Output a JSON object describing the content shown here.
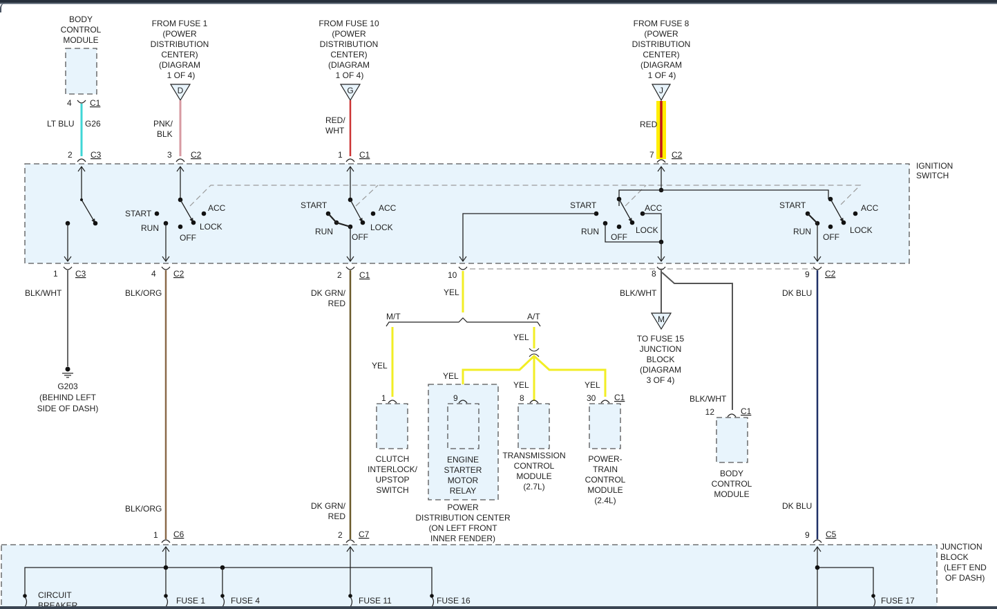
{
  "diagram": {
    "title": "Ignition Switch Wiring Diagram",
    "colors": {
      "lt_blu": "#3fd6d6",
      "pnk_blk": "#d79aa2",
      "red_wht": "#cc3333",
      "red": "#c01818",
      "highlight": "#ffee00",
      "blk_wht": "#555555",
      "blk_org": "#8b6a4a",
      "dk_grn_red": "#6b5a2a",
      "yel": "#f2ee24",
      "dk_blu": "#1e2f66",
      "box_fill": "#e8f4fc"
    },
    "sources": [
      {
        "id": "bcm-top",
        "lines": [
          "BODY",
          "CONTROL",
          "MODULE"
        ]
      },
      {
        "id": "fuse1",
        "lines": [
          "FROM FUSE 1",
          "(POWER",
          "DISTRIBUTION",
          "CENTER)",
          "(DIAGRAM",
          "1 OF 4)"
        ],
        "marker": "D"
      },
      {
        "id": "fuse10",
        "lines": [
          "FROM FUSE 10",
          "(POWER",
          "DISTRIBUTION",
          "CENTER)",
          "(DIAGRAM",
          "1 OF 4)"
        ],
        "marker": "G"
      },
      {
        "id": "fuse8",
        "lines": [
          "FROM FUSE 8",
          "(POWER",
          "DISTRIBUTION",
          "CENTER)",
          "(DIAGRAM",
          "1 OF 4)"
        ],
        "marker": "J"
      }
    ],
    "upper_wires": [
      {
        "pin_top": "4",
        "conn_top": "C1",
        "color_label": [
          "LT BLU"
        ],
        "circuit": "G26",
        "pin_bottom": "2",
        "conn_bottom": "C3"
      },
      {
        "color_label": [
          "PNK/",
          "BLK"
        ],
        "pin_bottom": "3",
        "conn_bottom": "C2"
      },
      {
        "color_label": [
          "RED/",
          "WHT"
        ],
        "pin_bottom": "1",
        "conn_bottom": "C1"
      },
      {
        "color_label": [
          "RED"
        ],
        "pin_bottom": "7",
        "conn_bottom": "C2"
      }
    ],
    "ignition_switch": {
      "label": [
        "IGNITION",
        "SWITCH"
      ],
      "positions": {
        "start": "START",
        "run": "RUN",
        "off": "OFF",
        "acc": "ACC",
        "lock": "LOCK"
      }
    },
    "lower_pins": [
      {
        "pin": "1",
        "conn": "C3",
        "color_label": [
          "BLK/WHT"
        ]
      },
      {
        "pin": "4",
        "conn": "C2",
        "color_label": [
          "BLK/ORG"
        ]
      },
      {
        "pin": "2",
        "conn": "C1",
        "color_label": [
          "DK GRN/",
          "RED"
        ]
      },
      {
        "pin": "10",
        "conn": "",
        "color_label": [
          "YEL"
        ]
      },
      {
        "pin": "8",
        "conn": "",
        "color_label": [
          "BLK/WHT"
        ]
      },
      {
        "pin": "9",
        "conn": "C2",
        "color_label": [
          "DK BLU"
        ]
      }
    ],
    "ground": {
      "lines": [
        "G203",
        "(BEHIND LEFT",
        "SIDE OF DASH)"
      ]
    },
    "splice": {
      "mt": "M/T",
      "at": "A/T",
      "yel": "YEL"
    },
    "modules": [
      {
        "id": "clutch",
        "pin": "1",
        "conn": "",
        "wire": "YEL",
        "lines": [
          "CLUTCH",
          "INTERLOCK/",
          "UPSTOP",
          "SWITCH"
        ]
      },
      {
        "id": "starter-relay",
        "pin": "9",
        "conn": "",
        "wire": "YEL",
        "lines": [
          "ENGINE",
          "STARTER",
          "MOTOR",
          "RELAY"
        ]
      },
      {
        "id": "tcm",
        "pin": "8",
        "conn": "",
        "wire": "YEL",
        "lines": [
          "TRANSMISSION",
          "CONTROL",
          "MODULE",
          "(2.7L)"
        ]
      },
      {
        "id": "pcm",
        "pin": "30",
        "conn": "C1",
        "wire": "YEL",
        "lines": [
          "POWER-",
          "TRAIN",
          "CONTROL",
          "MODULE",
          "(2.4L)"
        ]
      },
      {
        "id": "bcm-bottom",
        "pin": "12",
        "conn": "C1",
        "wire": "BLK/WHT",
        "lines": [
          "BODY",
          "CONTROL",
          "MODULE"
        ]
      }
    ],
    "pdc_label": [
      "POWER",
      "DISTRIBUTION CENTER",
      "(ON LEFT FRONT",
      "INNER FENDER)"
    ],
    "fuse15": {
      "marker": "M",
      "lines": [
        "TO FUSE 15",
        "JUNCTION",
        "BLOCK",
        "(DIAGRAM",
        "3 OF 4)"
      ]
    },
    "junction_entry": [
      {
        "pin": "1",
        "conn": "C6",
        "color_label": [
          "BLK/ORG"
        ]
      },
      {
        "pin": "2",
        "conn": "C7",
        "color_label": [
          "DK GRN/",
          "RED"
        ]
      },
      {
        "pin": "9",
        "conn": "C5",
        "color_label": [
          "DK BLU"
        ]
      }
    ],
    "junction_block": {
      "label": [
        "JUNCTION",
        "BLOCK",
        "(LEFT END",
        "OF DASH)"
      ],
      "fuses": [
        "CIRCUIT",
        "BREAKER",
        "FUSE 1",
        "FUSE 4",
        "FUSE 11",
        "FUSE 16",
        "FUSE 17"
      ]
    }
  }
}
